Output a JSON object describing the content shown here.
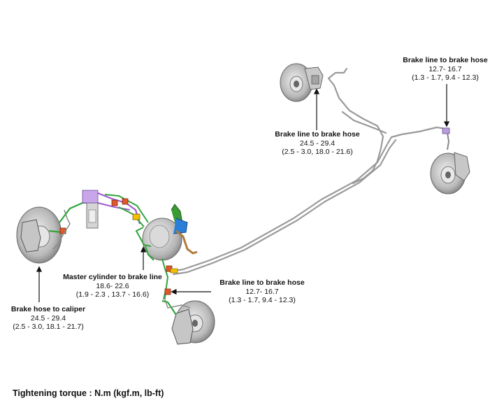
{
  "callouts": [
    {
      "id": "rr-line-hose",
      "title": "Brake line to brake hose",
      "nm": "12.7- 16.7",
      "alt": "(1.3 - 1.7, 9.4 - 12.3)"
    },
    {
      "id": "rl-line-hose",
      "title": "Brake line to brake hose",
      "nm": "24.5 - 29.4",
      "alt": "(2.5 - 3.0, 18.0 - 21.6)"
    },
    {
      "id": "master-cyl",
      "title": "Master cylinder to brake line",
      "nm": "18.6- 22.6",
      "alt": "(1.9 - 2.3 , 13.7 - 16.6)"
    },
    {
      "id": "fr-line-hose",
      "title": "Brake line to brake hose",
      "nm": "12.7- 16.7",
      "alt": "(1.3 - 1.7, 9.4 - 12.3)"
    },
    {
      "id": "caliper",
      "title": "Brake hose to caliper",
      "nm": "24.5 - 29.4",
      "alt": "(2.5 - 3.0, 18.1 - 21.7)"
    }
  ],
  "footer": "Tightening torque : N.m (kgf.m, lb-ft)"
}
